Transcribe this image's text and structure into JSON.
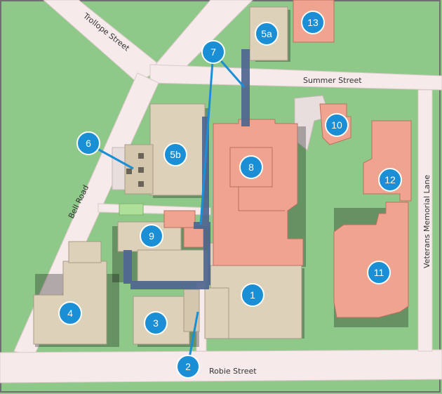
{
  "colors": {
    "grass": "#8ec98a",
    "road": "#f6eaea",
    "building": "#ddd1b9",
    "hospital": "#f0a38f",
    "walkway": "#4f6690",
    "marker": "#1a8fd6"
  },
  "streets": {
    "trollope": "Trollope Street",
    "summer": "Summer Street",
    "bell": "Bell Road",
    "robie": "Robie Street",
    "veterans": "Veterans Memorial Lane"
  },
  "markers": {
    "m1": "1",
    "m2": "2",
    "m3": "3",
    "m4": "4",
    "m5a": "5a",
    "m5b": "5b",
    "m6": "6",
    "m7": "7",
    "m8": "8",
    "m9": "9",
    "m10": "10",
    "m11": "11",
    "m12": "12",
    "m13": "13"
  }
}
